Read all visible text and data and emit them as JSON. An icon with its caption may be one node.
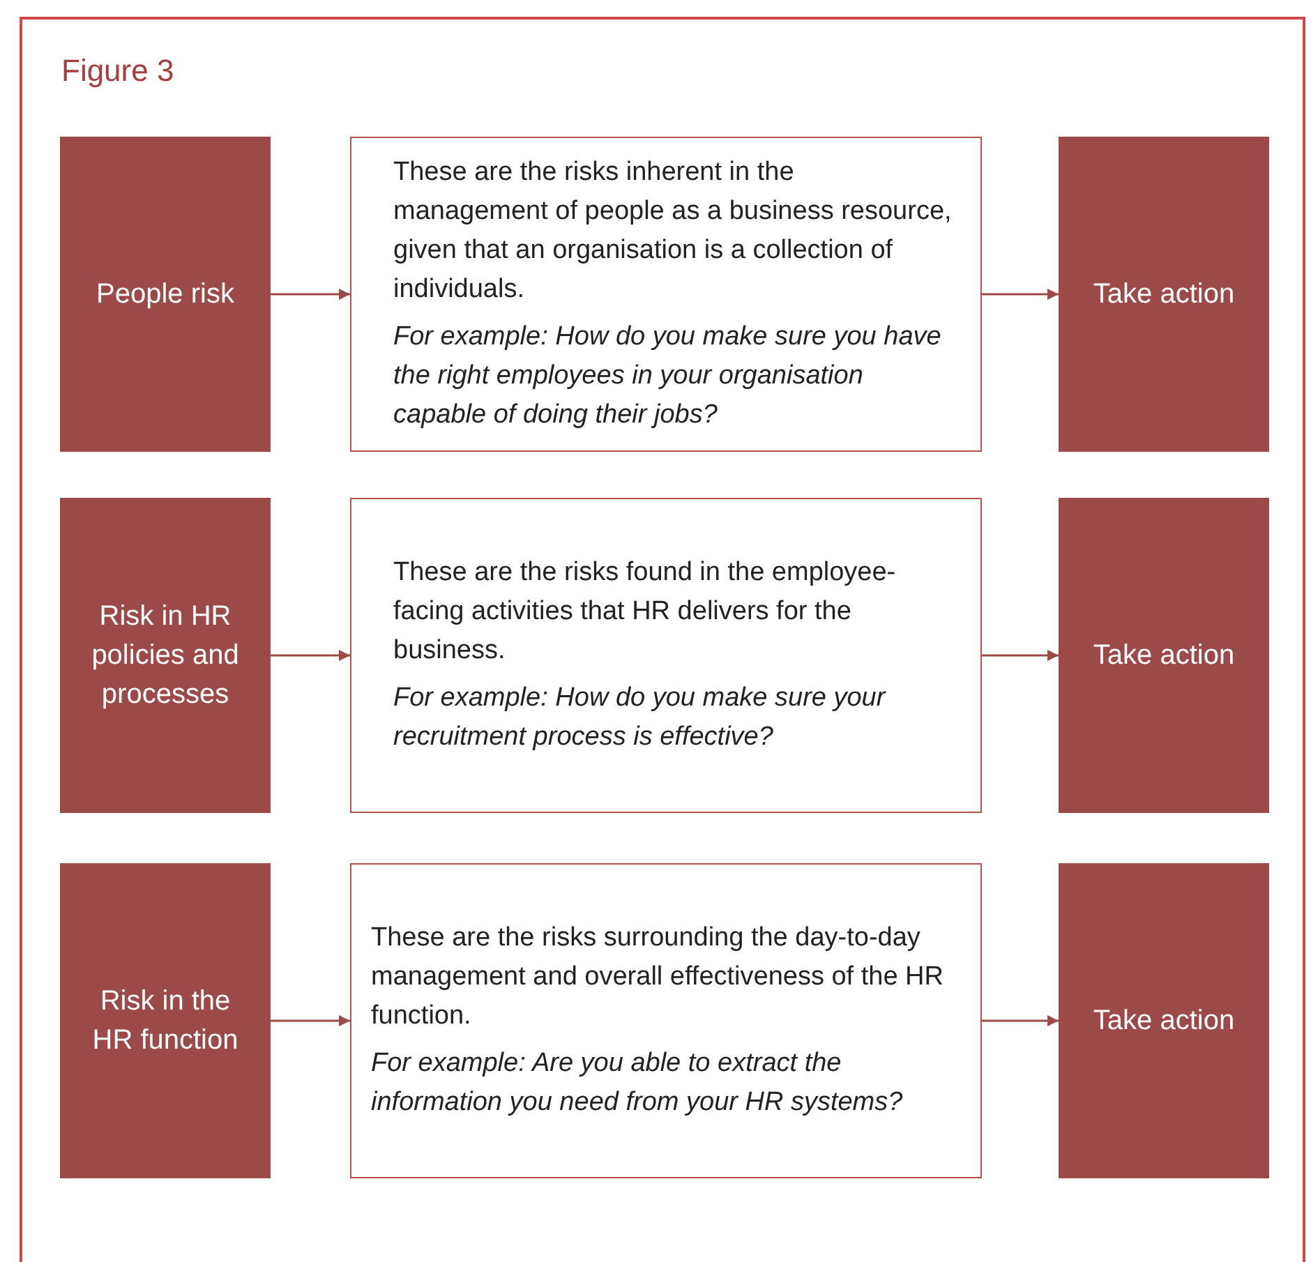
{
  "diagram": {
    "title": "Figure 3",
    "nodes": [
      {
        "text": [
          "People risk"
        ]
      },
      {
        "text": [
          "These are the risks inherent in the management of people as a business resource, given that an organisation is a collection of individuals.",
          "For example: How do you make sure you have the right employees in your organisation capable of doing their jobs?"
        ]
      },
      {
        "text": [
          "Take action"
        ]
      },
      {
        "text": [
          "Risk in HR policies and processes"
        ]
      },
      {
        "text": [
          "These are the risks found in the employee-facing activities that HR delivers for the business.",
          "For example: How do you make sure your recruitment process is effective?"
        ]
      },
      {
        "text": [
          "Take action"
        ]
      },
      {
        "text": [
          "Risk in the HR function"
        ]
      },
      {
        "text": [
          "These are the risks surrounding the day-to-day management and overall effectiveness of the HR function.",
          "For example: Are you able to extract the information you need from your HR systems?"
        ]
      },
      {
        "text": [
          "Take action"
        ]
      }
    ],
    "edges": [
      {
        "from": 0,
        "to": 1,
        "arrow": "to"
      },
      {
        "from": 1,
        "to": 2,
        "arrow": "to"
      },
      {
        "from": 3,
        "to": 4,
        "arrow": "to"
      },
      {
        "from": 4,
        "to": 5,
        "arrow": "to"
      },
      {
        "from": 6,
        "to": 7,
        "arrow": "to"
      },
      {
        "from": 7,
        "to": 8,
        "arrow": "to"
      }
    ]
  }
}
